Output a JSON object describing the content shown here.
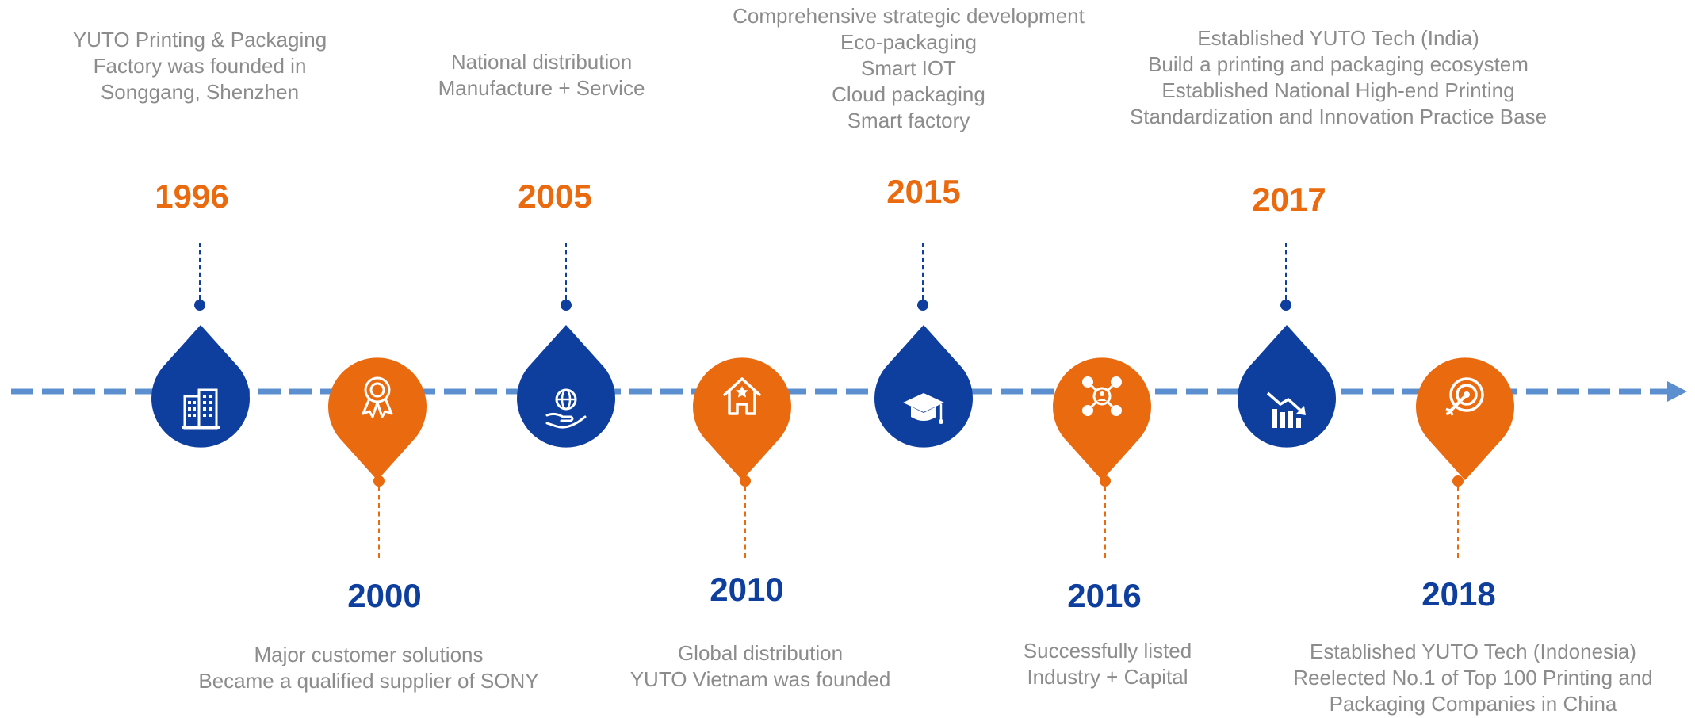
{
  "colors": {
    "orange": "#ea6a10",
    "blue": "#0e3f9e",
    "axis": "#5b8fcf",
    "text": "#8c8c8c"
  },
  "milestones": [
    {
      "year": "1996",
      "color": "blue",
      "icon": "building-icon",
      "lines": [
        "YUTO Printing & Packaging",
        "Factory was founded in",
        "Songgang, Shenzhen"
      ]
    },
    {
      "year": "2000",
      "color": "orange",
      "icon": "award-ribbon-icon",
      "lines": [
        "Major customer solutions",
        "Became a qualified supplier of SONY"
      ]
    },
    {
      "year": "2005",
      "color": "blue",
      "icon": "globe-hand-icon",
      "lines": [
        "National distribution",
        "Manufacture + Service"
      ]
    },
    {
      "year": "2010",
      "color": "orange",
      "icon": "house-star-icon",
      "lines": [
        "Global distribution",
        "YUTO Vietnam was founded"
      ]
    },
    {
      "year": "2015",
      "color": "blue",
      "icon": "graduation-cap-icon",
      "lines": [
        "Comprehensive strategic development",
        "Eco-packaging",
        "Smart IOT",
        "Cloud packaging",
        "Smart factory"
      ]
    },
    {
      "year": "2016",
      "color": "orange",
      "icon": "network-icon",
      "lines": [
        "Successfully listed",
        "Industry + Capital"
      ]
    },
    {
      "year": "2017",
      "color": "blue",
      "icon": "growth-chart-icon",
      "lines": [
        "Established YUTO Tech (India)",
        "Build a printing and packaging ecosystem",
        "Established National High-end Printing",
        "Standardization and Innovation Practice Base"
      ]
    },
    {
      "year": "2018",
      "color": "orange",
      "icon": "target-icon",
      "lines": [
        "Established YUTO Tech (Indonesia)",
        "Reelected No.1 of  Top 100 Printing and",
        "Packaging Companies in China"
      ]
    }
  ]
}
